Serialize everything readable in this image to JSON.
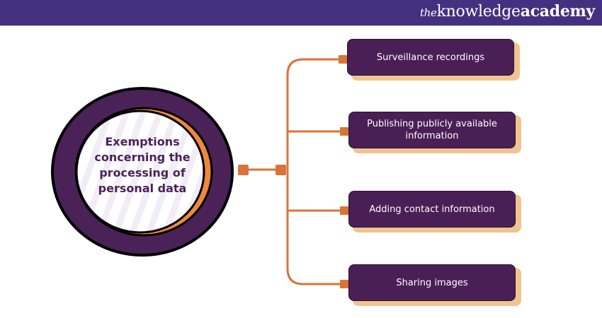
{
  "header": {
    "logo_the": "the",
    "logo_knowledge": "knowledge",
    "logo_academy": "academy",
    "background": "#45307f"
  },
  "diagram": {
    "center_label": "Exemptions concerning the processing of personal data",
    "items": [
      {
        "label": "Surveillance recordings"
      },
      {
        "label": "Publishing publicly available information"
      },
      {
        "label": "Adding contact information"
      },
      {
        "label": "Sharing images"
      }
    ],
    "colors": {
      "ring": "#4a2258",
      "accent": "#f0883c",
      "connector": "#d9733a",
      "box": "#4a1f56",
      "box_shadow": "#efc48e",
      "text_center": "#4a2258"
    }
  }
}
